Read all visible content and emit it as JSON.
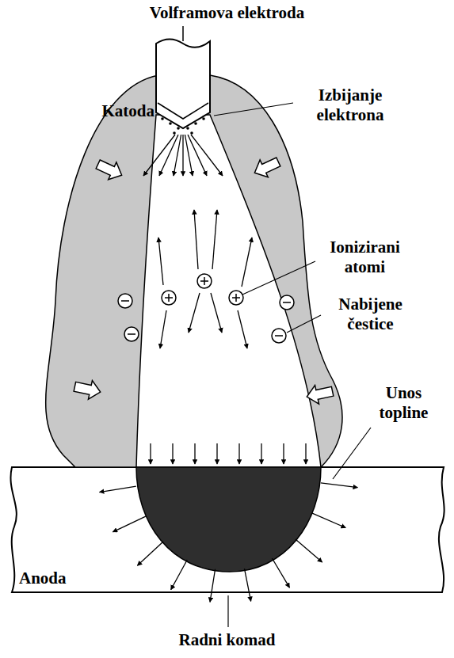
{
  "diagram": {
    "labels": [
      "Volframova elektroda",
      "Katoda",
      "Izbijanje elektrona",
      "Ionizirani atomi",
      "Nabijene čestice",
      "Unos topline",
      "Anoda",
      "Radni komad"
    ]
  }
}
